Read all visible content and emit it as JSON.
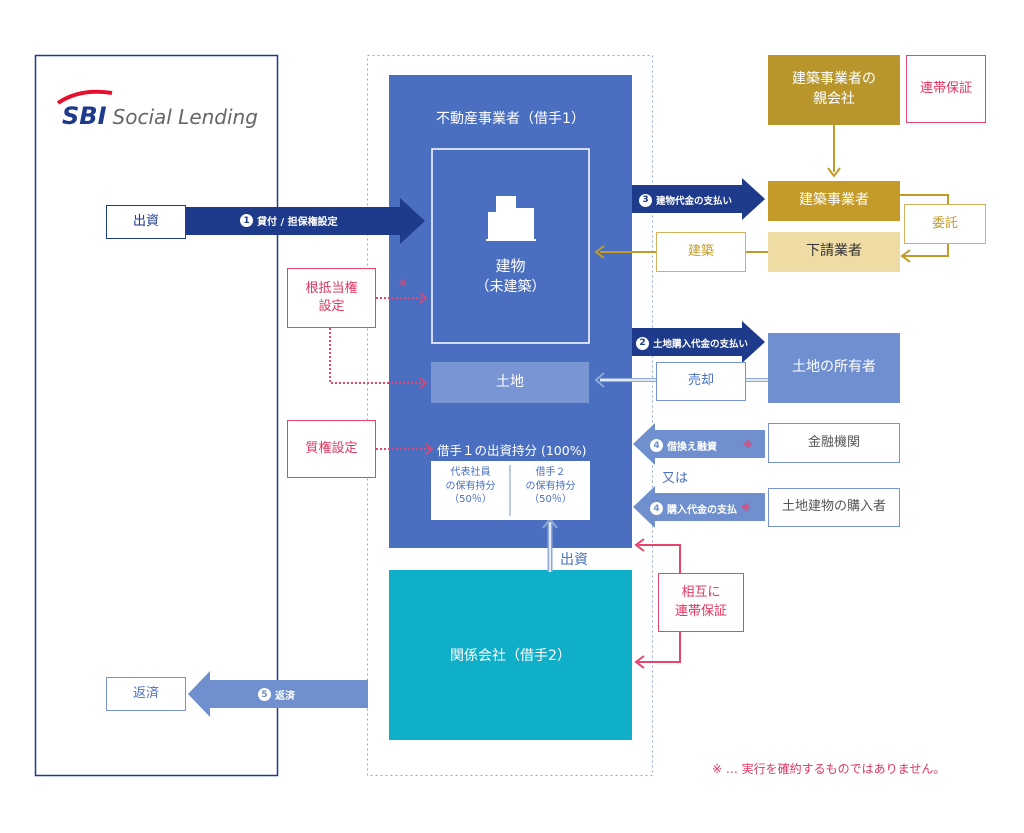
{
  "logo": {
    "brand": "SBI",
    "name": "Social Lending"
  },
  "investor": {
    "invest": "出資",
    "repay": "返済"
  },
  "arrows": {
    "a1": {
      "num": "1",
      "label": "貸付 / 担保権設定"
    },
    "a2": {
      "num": "2",
      "label": "土地購入代金の支払い"
    },
    "a3": {
      "num": "3",
      "label": "建物代金の支払い"
    },
    "a4a": {
      "num": "4",
      "label": "借換え融資",
      "mark": "※"
    },
    "a4b": {
      "num": "4",
      "label": "購入代金の支払",
      "mark": "※"
    },
    "a5": {
      "num": "5",
      "label": "返済"
    }
  },
  "borrower1": {
    "title": "不動産事業者（借手1）",
    "building": "建物",
    "building_sub": "（未建築）",
    "land": "土地",
    "equity": "借手１の出資持分 (100%)",
    "share1": [
      "代表社員",
      "の保有持分",
      "（50％）"
    ],
    "share2": [
      "借手２",
      "の保有持分",
      "（50％）"
    ],
    "invest": "出資"
  },
  "borrower2": {
    "title": "関係会社（借手2）"
  },
  "security": {
    "mortgage": [
      "根抵当権",
      "設定"
    ],
    "mortgage_mark": "※",
    "pledge": "質権設定",
    "mutual": [
      "相互に",
      "連帯保証"
    ],
    "joint": "連帯保証"
  },
  "construction": {
    "parent": [
      "建築事業者の",
      "親会社"
    ],
    "builder": "建築事業者",
    "sub": "下請業者",
    "entrust": "委託",
    "build": "建築"
  },
  "land": {
    "owner": "土地の所有者",
    "sale": "売却"
  },
  "exit": {
    "bank": "金融機関",
    "or": "又は",
    "buyer": "土地建物の購入者"
  },
  "note": "※ … 実行を確約するものではありません。"
}
